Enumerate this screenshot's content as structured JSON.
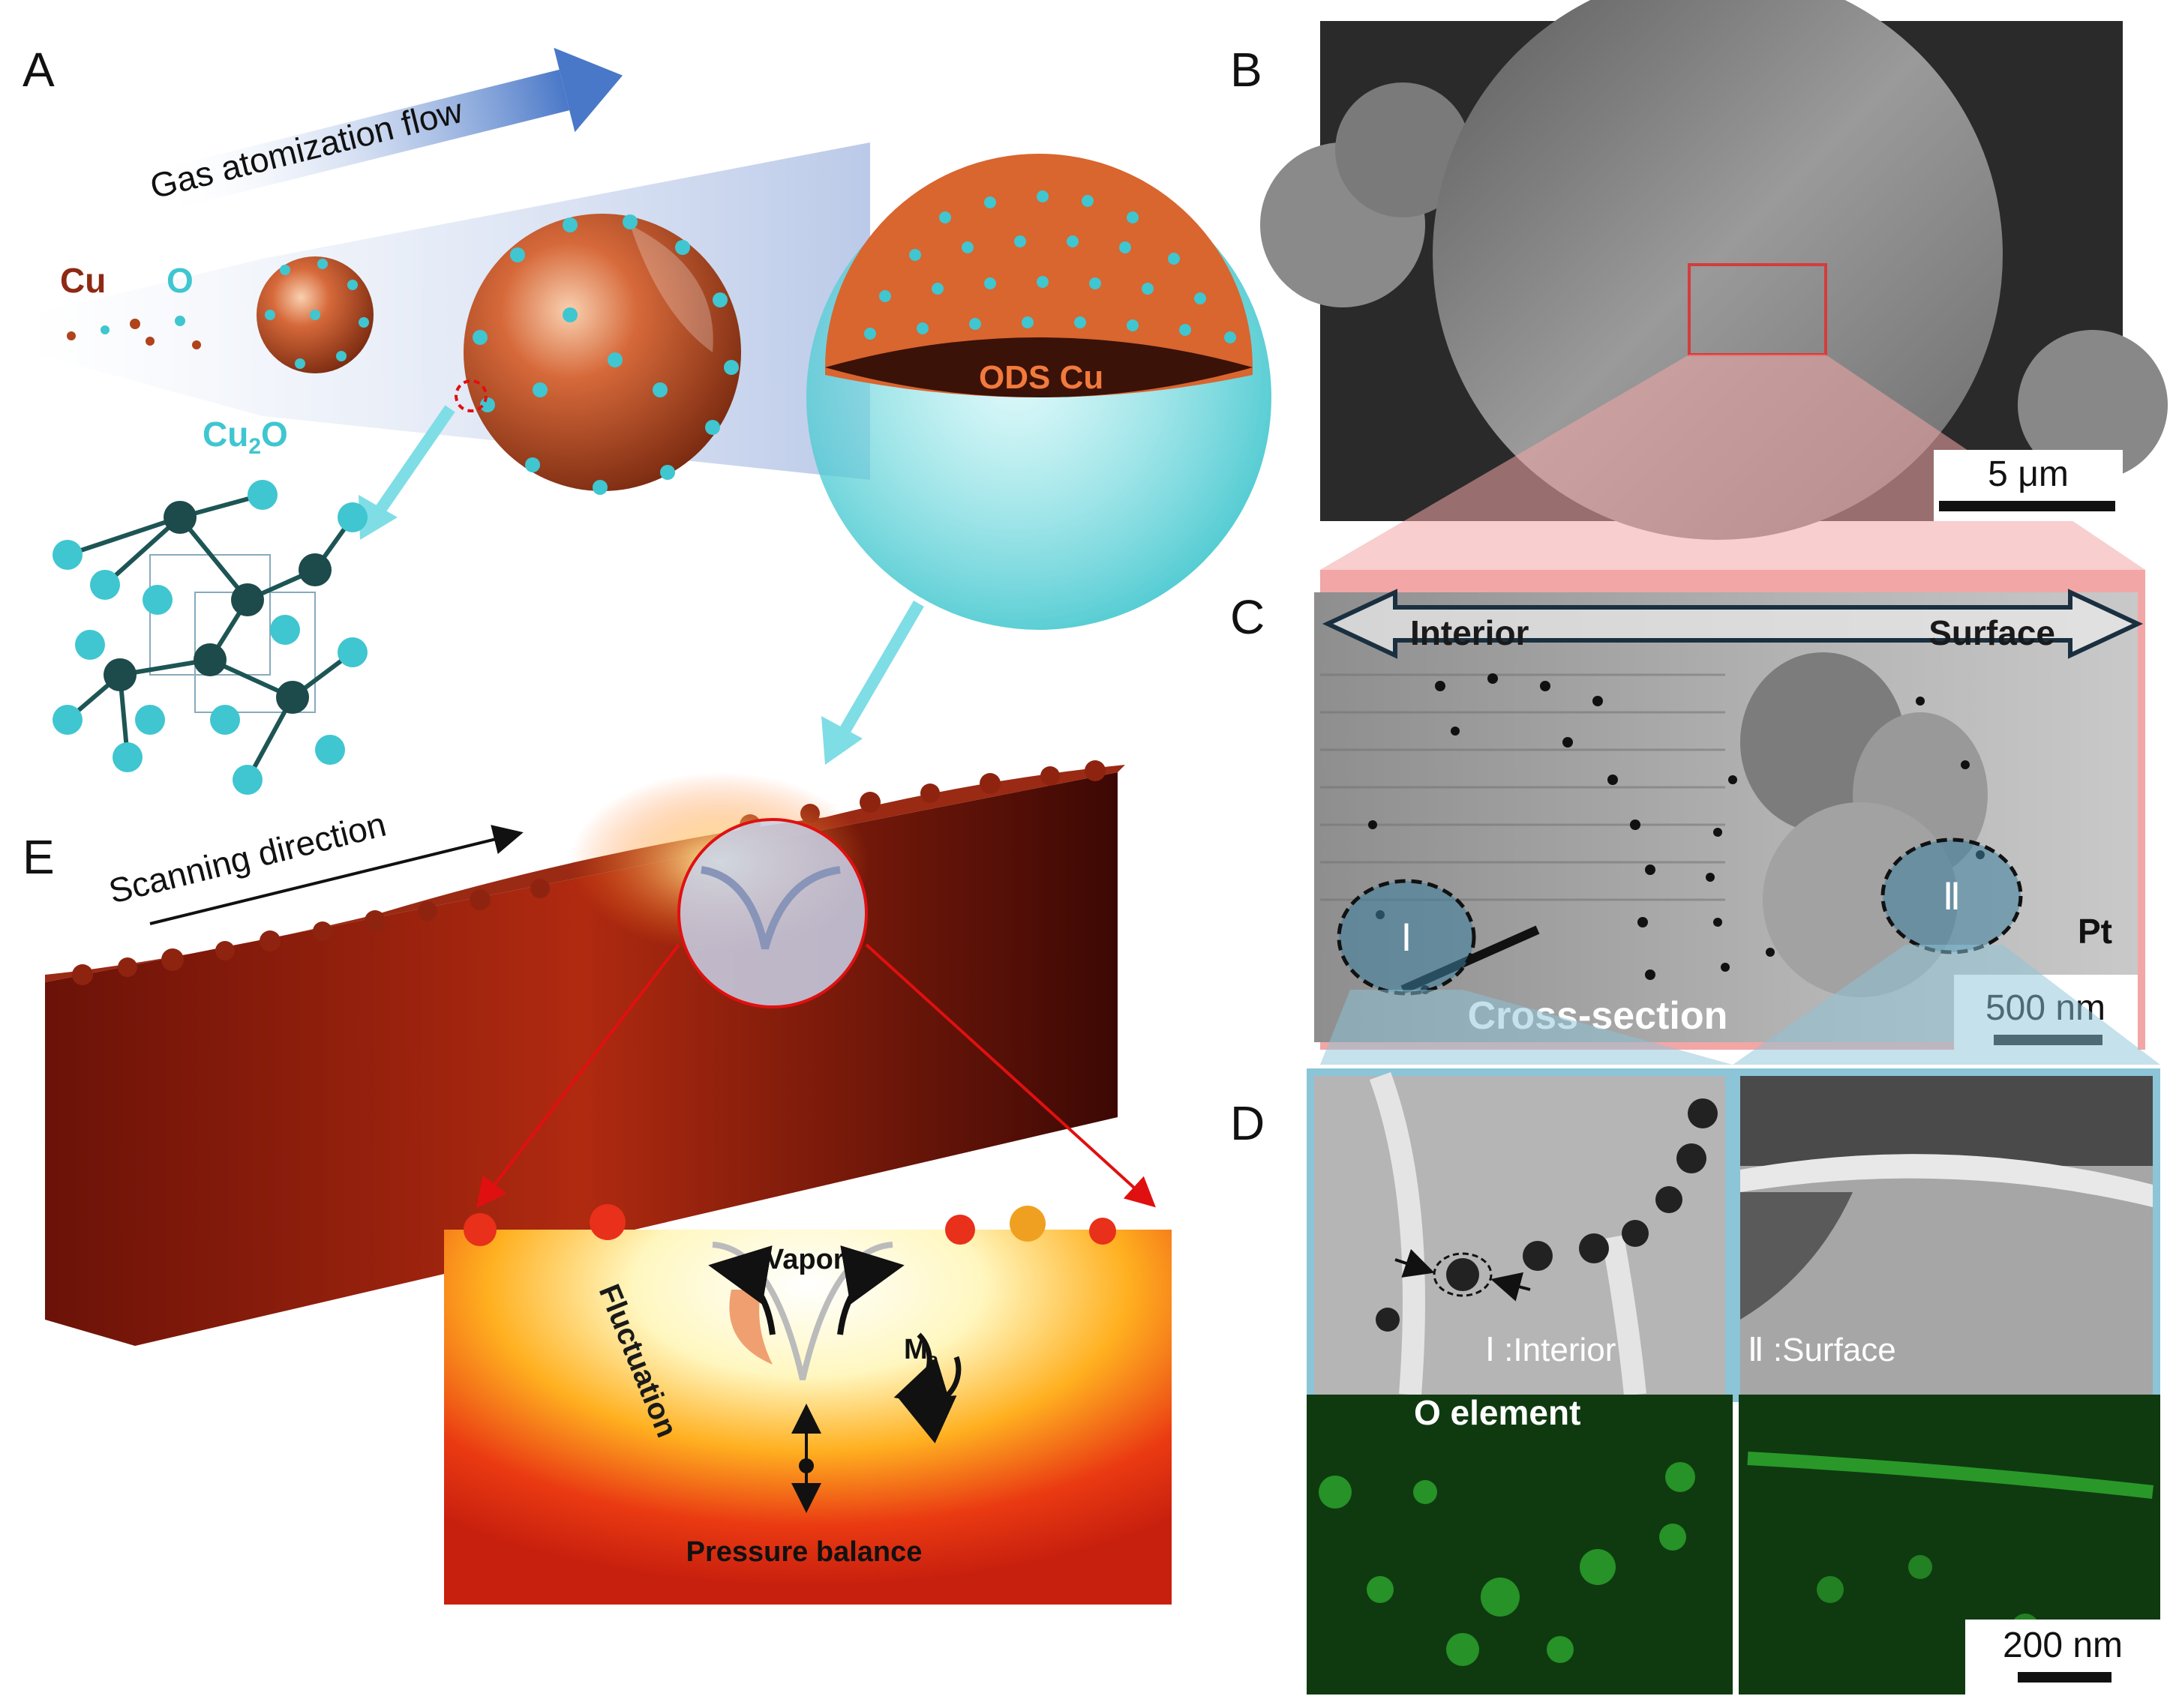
{
  "panels": {
    "A": {
      "label": "A",
      "flow_label": "Gas atomization flow",
      "cu_label": "Cu",
      "o_label": "O",
      "cu2o_base": "Cu",
      "cu2o_sub": "2",
      "cu2o_tail": "O",
      "ods_label": "ODS Cu"
    },
    "B": {
      "label": "B",
      "scale_bar": "5 μm"
    },
    "C": {
      "label": "C",
      "interior": "Interior",
      "surface": "Surface",
      "region_1": "Ⅰ",
      "region_2": "Ⅱ",
      "pt": "Pt",
      "cross_section": "Cross-section",
      "scale_bar": "500 nm"
    },
    "D": {
      "label": "D",
      "interior_caption": "Ⅰ :Interior",
      "surface_caption": "Ⅱ :Surface",
      "o_element": "O element",
      "scale_bar": "200 nm"
    },
    "E": {
      "label": "E",
      "scanning": "Scanning direction",
      "vapor": "Vapor",
      "fluctuation": "Fluctuation",
      "ma_base": "M",
      "ma_sub": "a",
      "pressure": "Pressure balance"
    }
  },
  "colors": {
    "copper": "#c8552a",
    "cu2o": "#3fc6d0",
    "flow_arrow": "#4a78c8",
    "sem_bg": "#8a8a8a",
    "pink_highlight": "#f2a6a6",
    "blue_highlight": "#8cc4d8",
    "melt_red": "#e0261a",
    "o_map": "#1f8a1f"
  }
}
